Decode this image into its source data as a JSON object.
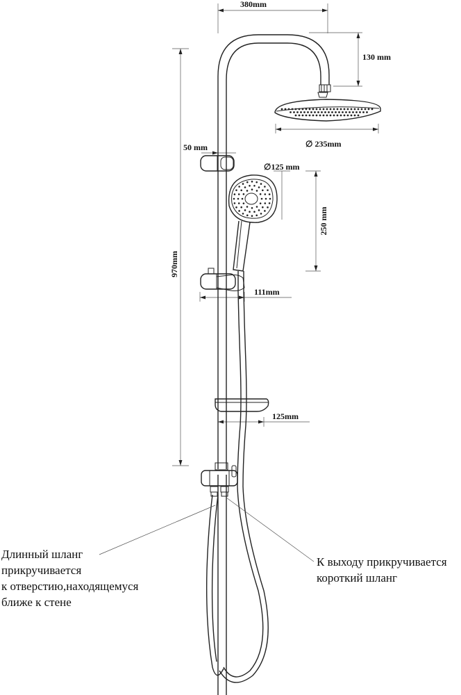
{
  "dimensions": {
    "width_top": "380mm",
    "elbow_drop": "130 mm",
    "overhead_diameter": "∅ 235mm",
    "bar_offset": "50 mm",
    "hand_diameter": "∅125 mm",
    "hand_length": "250 mm",
    "total_height": "970mm",
    "holder_depth": "111mm",
    "shelf_width": "125mm"
  },
  "notes": {
    "left": [
      "Длинный шланг",
      "прикручивается",
      "к отверстию,находящемуся",
      "ближе к стене"
    ],
    "right": [
      "К выходу прикручивается",
      "короткий шланг"
    ]
  },
  "colors": {
    "line": "#222222",
    "background": "#ffffff"
  }
}
